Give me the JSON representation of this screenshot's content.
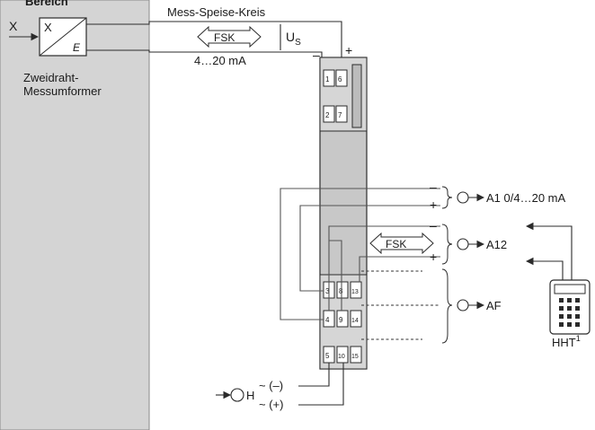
{
  "area": {
    "label": "Bereich",
    "fill": "#d4d4d4"
  },
  "input": {
    "x_label": "X",
    "block_top": "X",
    "block_bottom": "E"
  },
  "transmitter": {
    "line1": "Zweidraht-",
    "line2": "Messumformer"
  },
  "loop": {
    "label": "Mess-Speise-Kreis",
    "fsk": "FSK",
    "current": "4…20 mA",
    "us_main": "U",
    "us_sub": "S",
    "minus": "–",
    "plus": "+"
  },
  "terminals": {
    "top": [
      "1",
      "6",
      "2",
      "7"
    ],
    "bottom": [
      "3",
      "8",
      "13",
      "4",
      "9",
      "14",
      "5",
      "10",
      "15"
    ]
  },
  "outputs": {
    "a1": "A1 0/4…20 mA",
    "a12": "A12",
    "af": "AF",
    "fsk": "FSK",
    "minus": "–",
    "plus": "+"
  },
  "hht": {
    "label": "HHT",
    "sup": "1"
  },
  "power": {
    "label": "H",
    "neg": "~ (–)",
    "pos": "~ (+)"
  },
  "colors": {
    "module": "#c8c8c8",
    "terminal": "#ffffff",
    "line": "#2b2b2b"
  }
}
